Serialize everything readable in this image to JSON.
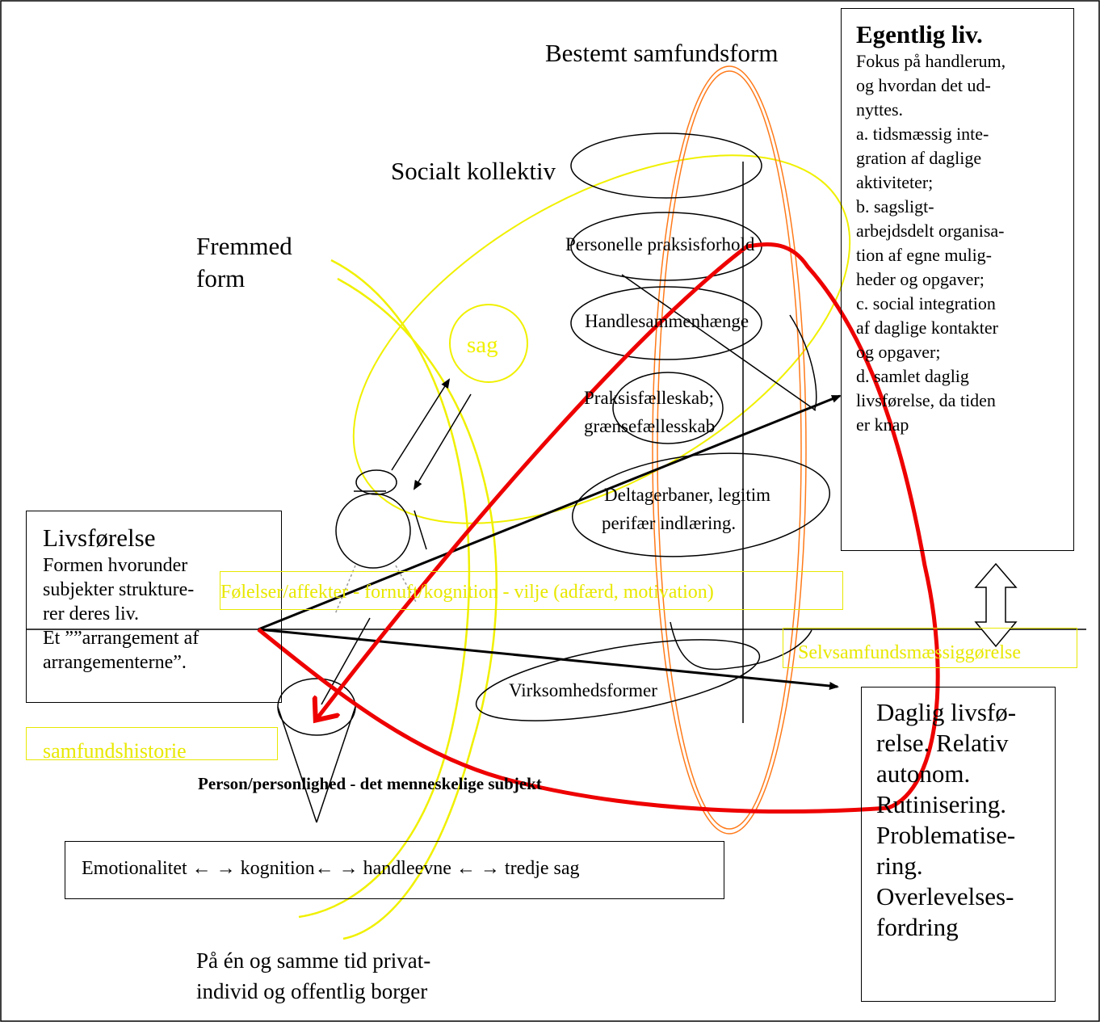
{
  "top_labels": {
    "samfundsform": "Bestemt samfundsform",
    "socialt_kollektiv": "Socialt kollektiv",
    "fremmed_form": [
      "Fremmed",
      "form"
    ],
    "sag": "sag"
  },
  "ellipse_labels": {
    "personelle": "Personelle praksisforhold",
    "handlesammenhaenge": "Handlesammenhænge",
    "praksisfaellesskab": [
      "Praksisfælleskab;",
      "grænsefællesskab"
    ],
    "deltagerbaner": [
      "Deltagerbaner,  legitim",
      "perifær indlæring."
    ],
    "virksomhedsformer": "Virksomhedsformer"
  },
  "egentlig_liv": {
    "title": "Egentlig liv.",
    "lines": [
      "Fokus på handlerum,",
      "og hvordan det ud-",
      "nyttes.",
      "a. tidsmæssig inte-",
      "gration af daglige",
      "aktiviteter;",
      "b. sagsligt-",
      "arbejdsdelt organisa-",
      "tion af egne mulig-",
      "heder og opgaver;",
      "c. social integration",
      "af daglige kontakter",
      "og opgaver;",
      "d. samlet daglig",
      "livsførelse, da tiden",
      "er knap"
    ]
  },
  "livsforelse": {
    "title": "Livsførelse",
    "lines": [
      "Formen hvorunder",
      "subjekter strukture-",
      "rer deres liv.",
      "Et ””arrangement af",
      "arrangementerne”."
    ]
  },
  "folelser_box": "Følelser/affekter - fornuft/kognition - vilje (adfærd, motivation)",
  "selvsamfund_box": "Selvsamfundsmæssiggørelse",
  "samfundshistorie_box": "samfundshistorie",
  "daglig_livsforelse": {
    "lines": [
      "Daglig livsfø-",
      "relse.  Relativ",
      "autonom.",
      "Rutinisering.",
      "Problematise-",
      "ring.",
      "Overlevelses-",
      "fordring"
    ]
  },
  "person_label": "Person/personlighed - det menneskelige subjekt",
  "emotionalitet_box": "Emotionalitet ← → kognition← → handleevne ← → tredje sag",
  "bottom_text": [
    "På én og samme tid privat-",
    "individ og offentlig borger"
  ],
  "colors": {
    "yellow": "#f0f000",
    "orange": "#ff7a1a",
    "red": "#ee0000",
    "black": "#000000"
  }
}
